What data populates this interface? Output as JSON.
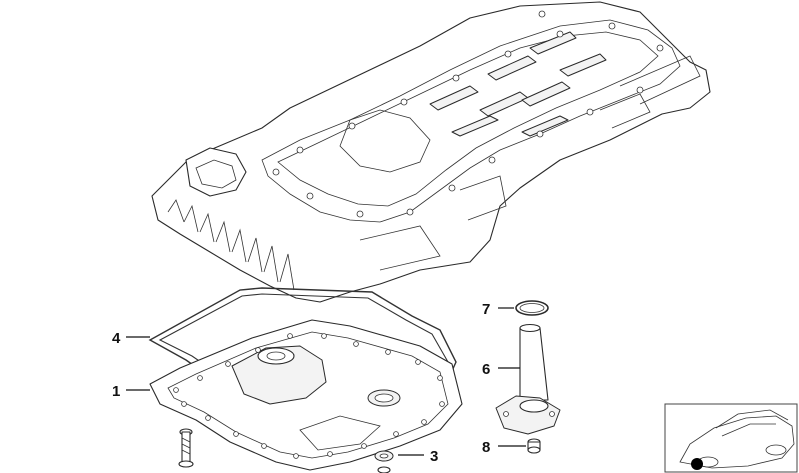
{
  "diagram": {
    "callouts": [
      {
        "id": "c1",
        "label": "1"
      },
      {
        "id": "c3",
        "label": "3"
      },
      {
        "id": "c4",
        "label": "4"
      },
      {
        "id": "c6",
        "label": "6"
      },
      {
        "id": "c7",
        "label": "7"
      },
      {
        "id": "c8",
        "label": "8"
      }
    ],
    "parts": [
      {
        "name": "upper-oil-pan"
      },
      {
        "name": "gasket"
      },
      {
        "name": "transmission-oil-pan"
      },
      {
        "name": "bolt"
      },
      {
        "name": "seal-ring"
      },
      {
        "name": "oil-dipstick-guide-tube"
      },
      {
        "name": "o-ring"
      },
      {
        "name": "screw"
      }
    ],
    "thumbnail": {
      "icon": "car-outline-icon",
      "marker_color": "#000000"
    }
  }
}
